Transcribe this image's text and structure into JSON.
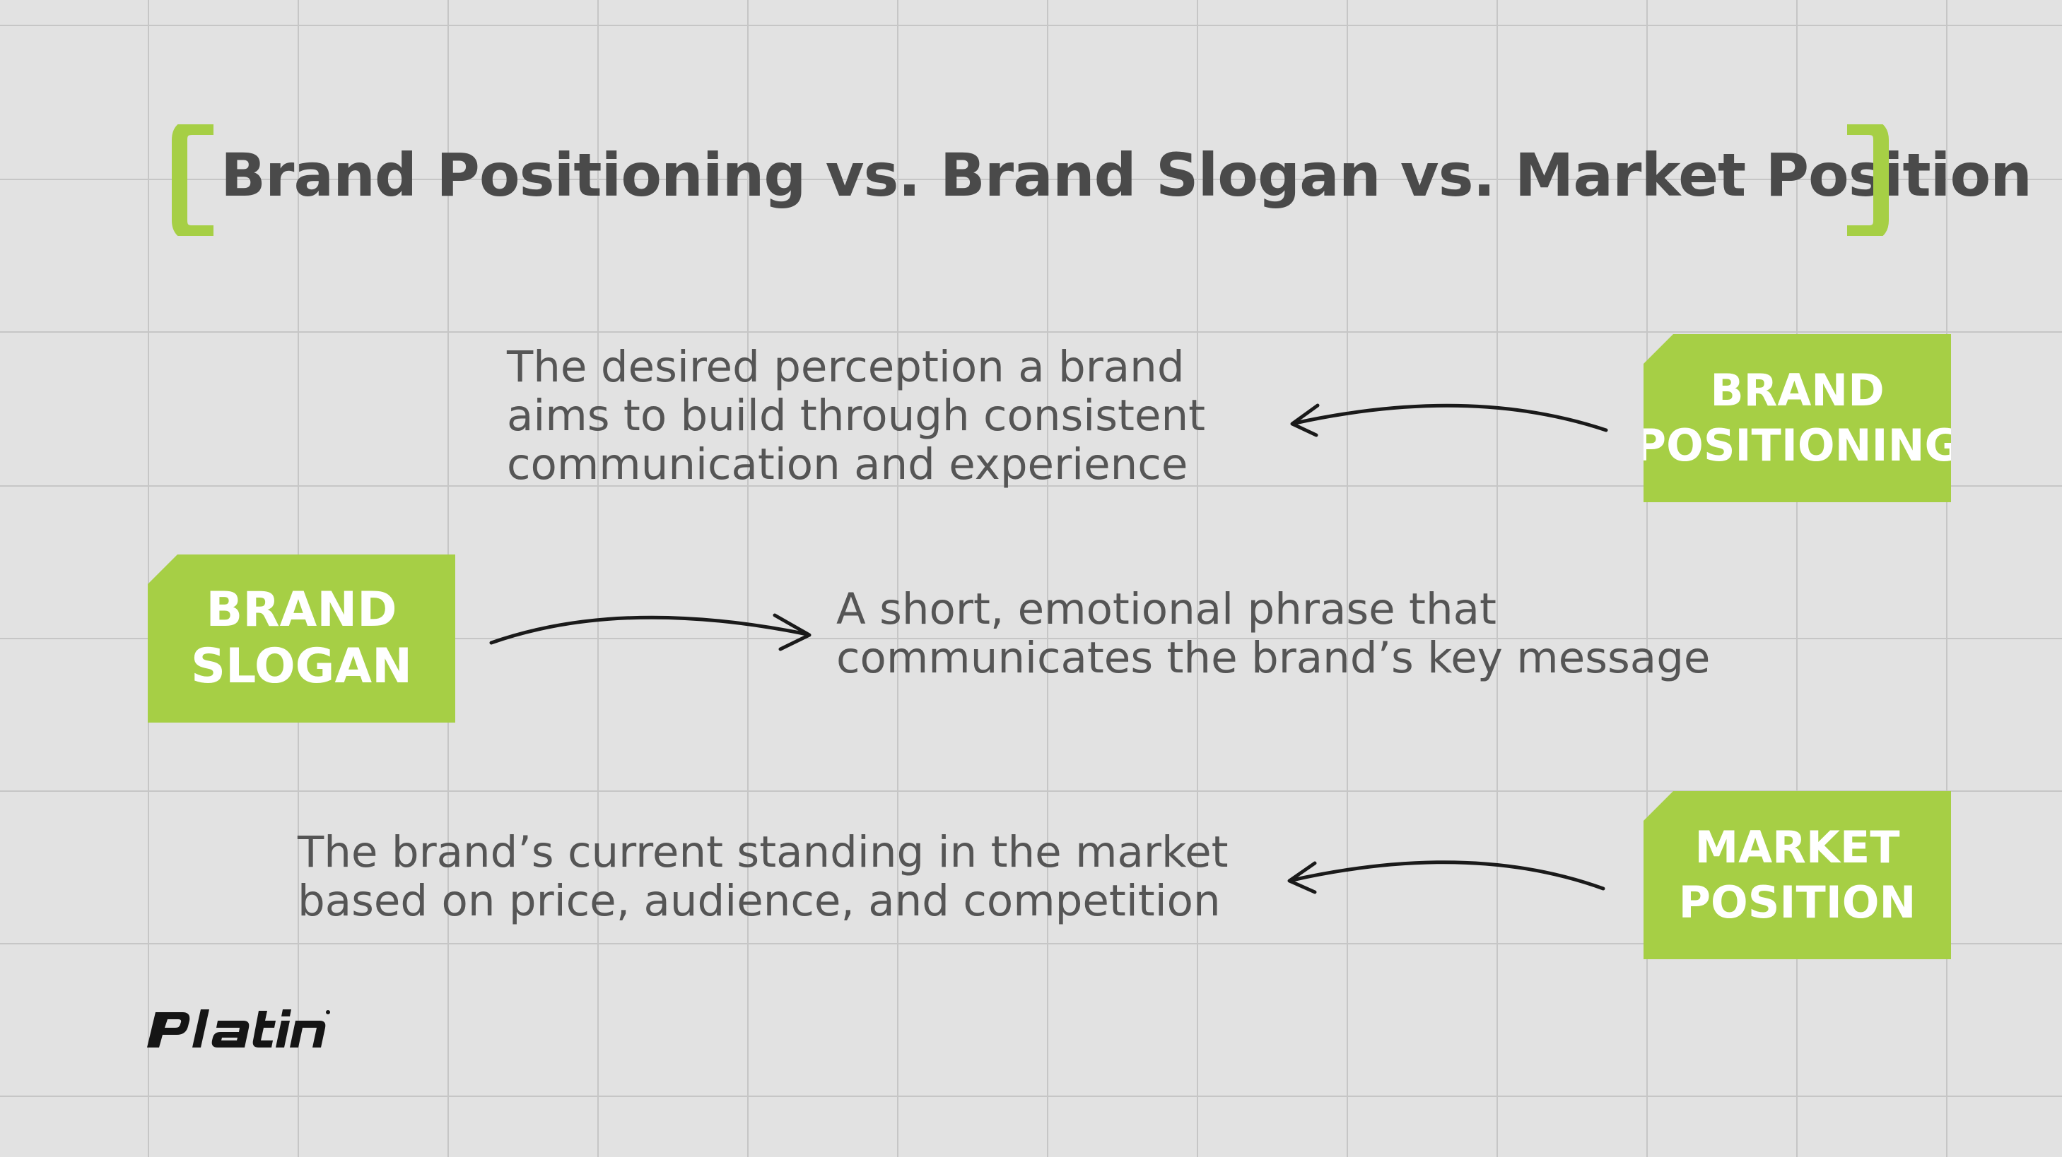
{
  "title": "Brand Positioning vs. Brand Slogan vs. Market Position",
  "colors": {
    "background": "#e2e2e2",
    "grid": "#c6c6c6",
    "accent": "#a6cf45",
    "text": "#4a4a4a",
    "arrow": "#1a1a1a"
  },
  "rows": [
    {
      "tag": [
        "BRAND",
        "POSITIONING"
      ],
      "description": [
        "The desired perception a brand",
        "aims to build through consistent",
        "communication and experience"
      ]
    },
    {
      "tag": [
        "BRAND",
        "SLOGAN"
      ],
      "description": [
        "A short, emotional phrase that",
        "communicates the brand’s key message"
      ]
    },
    {
      "tag": [
        "MARKET",
        "POSITION"
      ],
      "description": [
        "The brand’s current standing in the market",
        "based on price, audience, and competition"
      ]
    }
  ],
  "logo": {
    "text": "Platin",
    "icon": "platin-logo-icon"
  }
}
